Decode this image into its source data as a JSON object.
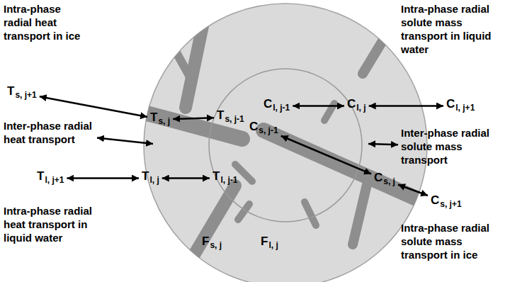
{
  "diagram": {
    "labels": [
      "Intra-phase radial heat transport in ice",
      "T",
      "s, j+1",
      "T",
      "s, j",
      "T",
      "s, j-1",
      "Inter-phase radial heat transport",
      "T",
      "l, j+1",
      "T",
      "l, j",
      "T",
      "l, j-1",
      "Intra-phase radial heat transport in liquid water",
      "Intra-phase radial solute mass transport in liquid water",
      "C",
      "l, j-1",
      "C",
      "l, j",
      "C",
      "l, j+1",
      "C",
      "s, j-1",
      "Inter-phase radial solute mass transport",
      "C",
      "s, j",
      "C",
      "s, j+1",
      "Intra-phase radial solute mass transport in ice",
      "F",
      "s, j",
      "F",
      "l, j"
    ]
  }
}
